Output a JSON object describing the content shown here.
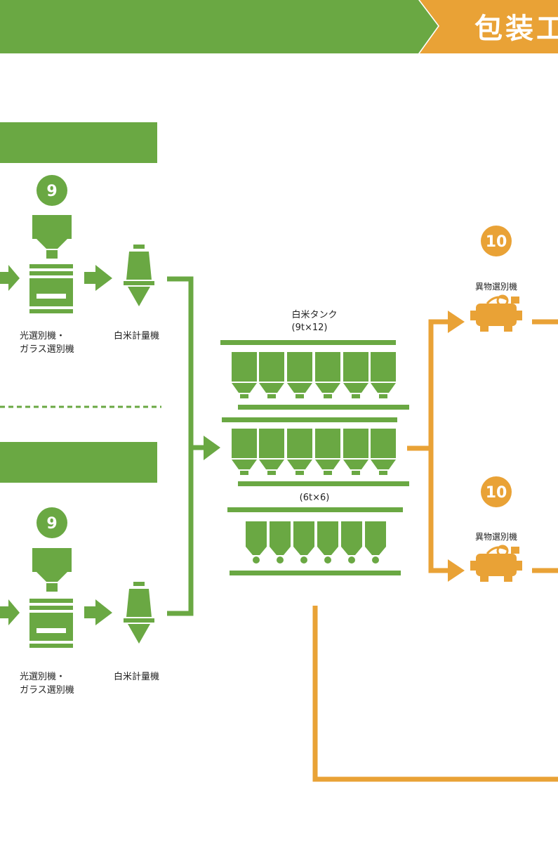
{
  "colors": {
    "green": "#6aa843",
    "orange": "#e9a236",
    "text": "#222222"
  },
  "banner": {
    "orange_label": "包装工"
  },
  "lines": [
    {
      "step_number": "9",
      "sorter_label_line1": "光選別機・",
      "sorter_label_line2": "ガラス選別機",
      "scale_label": "白米計量機"
    },
    {
      "step_number": "9",
      "sorter_label_line1": "光選別機・",
      "sorter_label_line2": "ガラス選別機",
      "scale_label": "白米計量機"
    }
  ],
  "tanks": {
    "label": "白米タンク",
    "capacity_large": "(9t×12)",
    "capacity_small": "(6t×6)"
  },
  "foreign_sorters": [
    {
      "step_number": "10",
      "label": "異物選別機"
    },
    {
      "step_number": "10",
      "label": "異物選別機"
    }
  ]
}
